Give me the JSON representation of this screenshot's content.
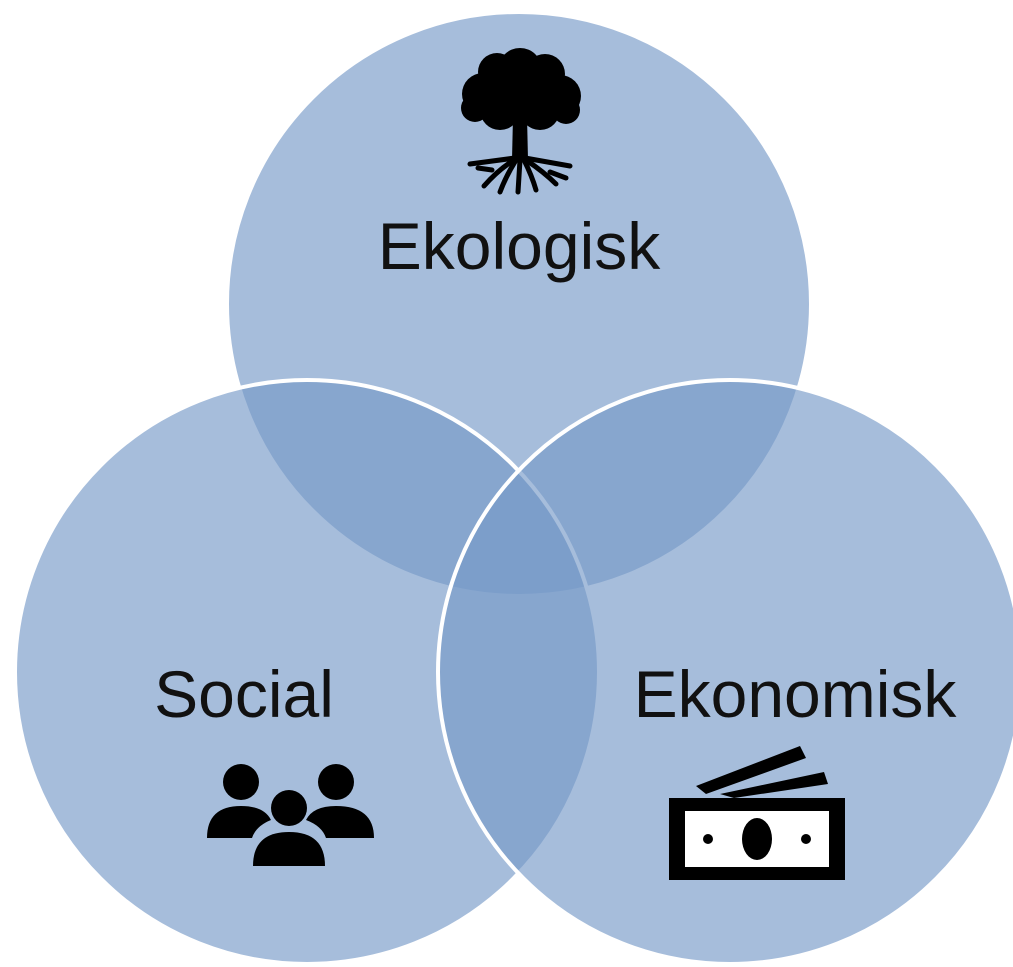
{
  "diagram": {
    "colors": {
      "circle_fill": "#7799c8",
      "circle_opacity": 0.65,
      "outline": "#ffffff",
      "icon": "#000000",
      "text": "#111111",
      "background": "#ffffff"
    },
    "circles": [
      {
        "id": "ekologisk",
        "label": "Ekologisk",
        "icon": "tree-icon"
      },
      {
        "id": "social",
        "label": "Social",
        "icon": "people-group-icon"
      },
      {
        "id": "ekonomisk",
        "label": "Ekonomisk",
        "icon": "money-icon"
      }
    ]
  }
}
